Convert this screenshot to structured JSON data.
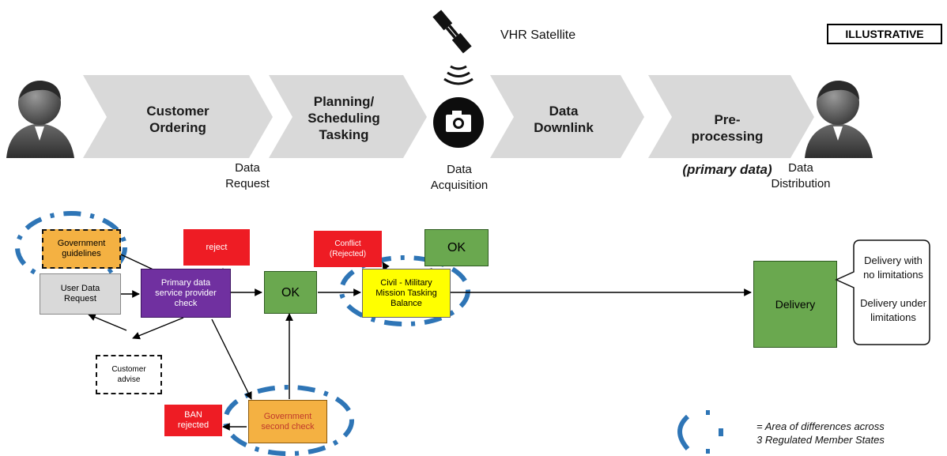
{
  "badge": "ILLUSTRATIVE",
  "satellite": {
    "label": "VHR Satellite"
  },
  "process": {
    "steps": [
      {
        "label": "Customer\nOrdering"
      },
      {
        "label": "Planning/\nScheduling\nTasking"
      },
      {
        "label": "Data\nDownlink"
      },
      {
        "label": "Pre-\nprocessing",
        "sub": "(primary data)"
      }
    ],
    "milestones": [
      {
        "label": "Data\nRequest"
      },
      {
        "label": "Data\nAcquisition"
      },
      {
        "label": "Data\nDistribution"
      }
    ]
  },
  "flow": {
    "government_guidelines": "Government\nguidelines",
    "reject": "reject",
    "user_data_request": "User Data\nRequest",
    "primary_check": "Primary data\nservice provider\ncheck",
    "ok_1": "OK",
    "customer_advise": "Customer\nadvise",
    "conflict": "Conflict\n(Rejected)",
    "ok_2": "OK",
    "civil_military": "Civil  - Military\nMission Tasking\nBalance",
    "ban_rejected": "BAN\nrejected",
    "government_second_check": "Government\nsecond check",
    "delivery": "Delivery",
    "callout_line1": "Delivery with\nno limitations",
    "callout_line2": "Delivery under\nlimitations"
  },
  "legend": {
    "text": "= Area of differences across\n3 Regulated Member States"
  },
  "colors": {
    "chevron": "#d9d9d9",
    "red": "#ee1c24",
    "purple": "#7030a0",
    "green": "#6aa84f",
    "yellow": "#ffff00",
    "orange": "#f4b142",
    "grey_box": "#d9d9d9",
    "dash_blue": "#2e75b6"
  }
}
